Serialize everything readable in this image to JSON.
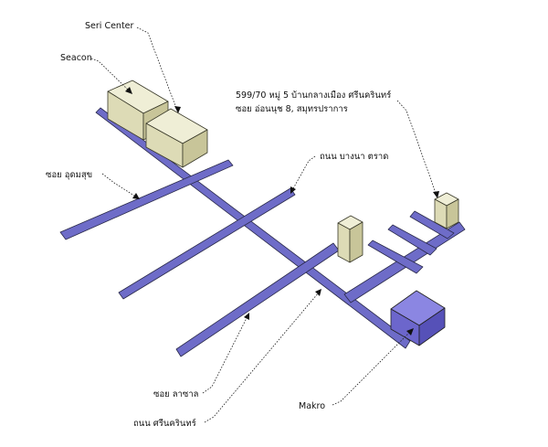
{
  "labels": {
    "seri_center": "Seri Center",
    "seacon": "Seacon",
    "address_line1": "599/70 หมู่ 5  บ้านกลางเมือง ศรีนครินทร์",
    "address_line2": "ซอย อ่อนนุช 8, สมุทรปราการ",
    "bangna_trad": "ถนน บางนา ตราด",
    "soi_udomsuk": "ซอย อุดมสุข",
    "soi_lasalle": "ซอย ลาซาล",
    "srinakarin": "ถนน ศรีนครินทร์",
    "makro": "Makro"
  },
  "colors": {
    "road": "#6e6cc8",
    "building": "#efeed6",
    "makro": "#7a74d8"
  }
}
